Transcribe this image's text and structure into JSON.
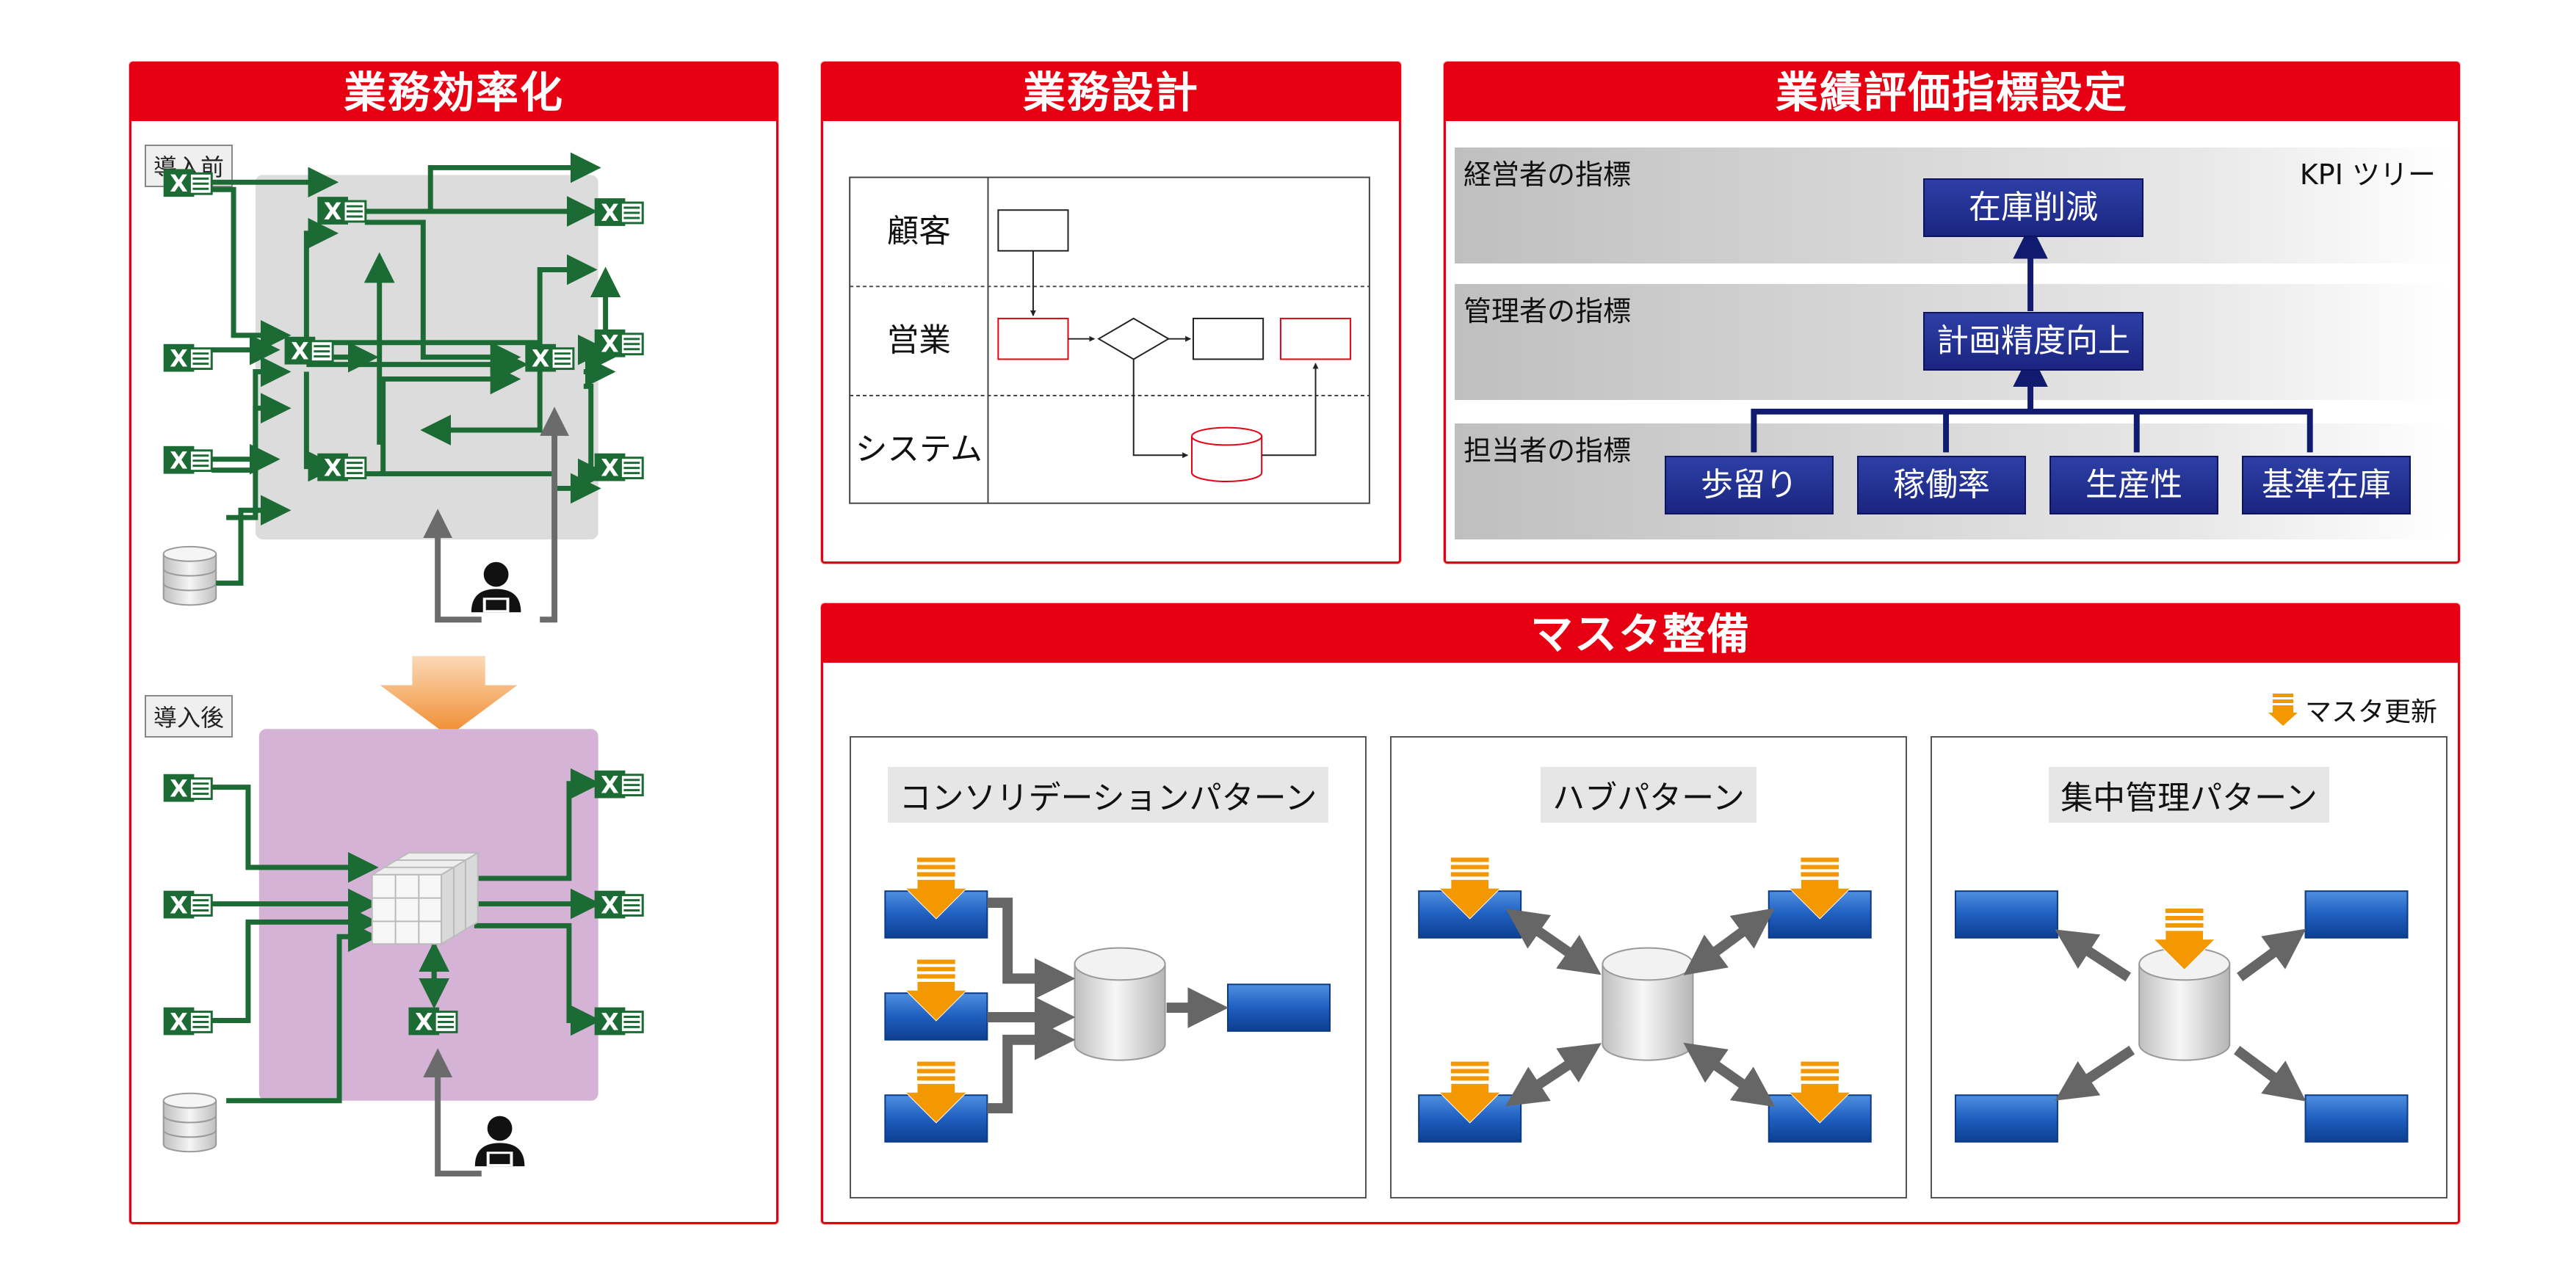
{
  "panels": {
    "efficiency": {
      "title": "業務効率化",
      "before_label": "導入前",
      "after_label": "導入後",
      "excel_glyph": "X",
      "icons": [
        "excel-icon",
        "database-icon",
        "person-icon",
        "cube-icon",
        "down-arrow-icon"
      ],
      "colors": {
        "flow": "#1d6b34",
        "excel": "#1d6b34",
        "before_bg": "#dcdcdc",
        "after_bg": "#d5b3d6",
        "arrow": "#f39a3c",
        "user_line": "#6b6b6b"
      }
    },
    "design": {
      "title": "業務設計",
      "lanes": [
        "顧客",
        "営業",
        "システム"
      ],
      "colors": {
        "process_red": "#e60012"
      }
    },
    "kpi": {
      "title": "業績評価指標設定",
      "tree_label": "KPI ツリー",
      "bands": [
        "経営者の指標",
        "管理者の指標",
        "担当者の指標"
      ],
      "top": "在庫削減",
      "middle": "計画精度向上",
      "bottom": [
        "歩留り",
        "稼働率",
        "生産性",
        "基準在庫"
      ],
      "colors": {
        "box": "#1f2a8c",
        "connector": "#101a6e"
      }
    },
    "master": {
      "title": "マスタ整備",
      "legend": "マスタ更新",
      "patterns": [
        {
          "title": "コンソリデーションパターン"
        },
        {
          "title": "ハブパターン"
        },
        {
          "title": "集中管理パターン"
        }
      ],
      "colors": {
        "update_arrow": "#f39800",
        "node_blue": "#1f5fbf",
        "arrow_gray": "#666666"
      }
    }
  }
}
